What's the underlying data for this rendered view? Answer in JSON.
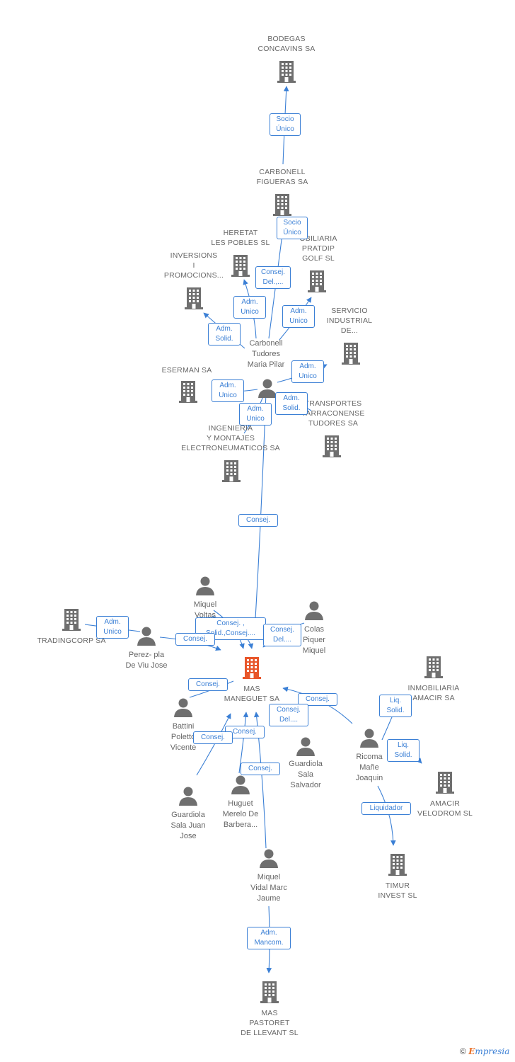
{
  "colors": {
    "link": "#3a7fd5",
    "icon": "#6f6f6f",
    "focus": "#e8562a",
    "text": "#666666"
  },
  "nodes": [
    {
      "id": "bodegas",
      "type": "company",
      "label": "BODEGAS\nCONCAVINS SA"
    },
    {
      "id": "carbonell_figueras",
      "type": "company",
      "label": "CARBONELL\nFIGUERAS SA"
    },
    {
      "id": "heretat",
      "type": "company",
      "label": "HERETAT\nLES POBLES SL"
    },
    {
      "id": "inversions",
      "type": "company",
      "label": "INVERSIONS\nI\nPROMOCIONS..."
    },
    {
      "id": "pratdip",
      "type": "company",
      "label": "OBILIARIA\nPRATDIP\nGOLF  SL"
    },
    {
      "id": "servicio",
      "type": "company",
      "label": "SERVICIO\nINDUSTRIAL\nDE..."
    },
    {
      "id": "eserman",
      "type": "company",
      "label": "ESERMAN SA"
    },
    {
      "id": "transportes",
      "type": "company",
      "label": "TRANSPORTES\nTARRACONENSE\nTUDORES SA"
    },
    {
      "id": "ingenieria",
      "type": "company",
      "label": "INGENIERIA\nY MONTAJES\nELECTRONEUMATICOS SA"
    },
    {
      "id": "carbonell_maria",
      "type": "person",
      "label": "Carbonell\nTudores\nMaria Pilar"
    },
    {
      "id": "tradingcorp",
      "type": "company",
      "label": "TRADINGCORP SA"
    },
    {
      "id": "miquel_voltas",
      "type": "person",
      "label": "Miquel\nVoltas\nJ..."
    },
    {
      "id": "colas",
      "type": "person",
      "label": "Colas\nPiquer\nMiquel"
    },
    {
      "id": "perez",
      "type": "person",
      "label": "Perez- pla\nDe Viu Jose"
    },
    {
      "id": "mas_maneguet",
      "type": "focus",
      "label": "MAS\nMANEGUET SA"
    },
    {
      "id": "inmobiliaria_amacir",
      "type": "company",
      "label": "INMOBILIARIA\nAMACIR SA"
    },
    {
      "id": "battini",
      "type": "person",
      "label": "Battini\nPoletto\nVicente"
    },
    {
      "id": "guardiola_salvador",
      "type": "person",
      "label": "Guardiola\nSala\nSalvador"
    },
    {
      "id": "ricoma",
      "type": "person",
      "label": "Ricoma\nMañe\nJoaquin"
    },
    {
      "id": "amacir_velodrom",
      "type": "company",
      "label": "AMACIR\nVELODROM SL"
    },
    {
      "id": "guardiola_juan",
      "type": "person",
      "label": "Guardiola\nSala Juan\nJose"
    },
    {
      "id": "huguet",
      "type": "person",
      "label": "Huguet\nMerelo De\nBarbera..."
    },
    {
      "id": "timur",
      "type": "company",
      "label": "TIMUR\nINVEST SL"
    },
    {
      "id": "miquel_vidal",
      "type": "person",
      "label": "Miquel\nVidal Marc\nJaume"
    },
    {
      "id": "mas_pastoret",
      "type": "company",
      "label": "MAS\nPASTORET\nDE LLEVANT SL"
    }
  ],
  "edge_labels": [
    {
      "id": "e1",
      "text": "Socio\nÚnico"
    },
    {
      "id": "e2",
      "text": "Socio\nÚnico"
    },
    {
      "id": "e3",
      "text": "Consej.\nDel.,..."
    },
    {
      "id": "e4",
      "text": "Adm.\nUnico"
    },
    {
      "id": "e5",
      "text": "Adm.\nUnico"
    },
    {
      "id": "e6",
      "text": "Adm.\nSolid."
    },
    {
      "id": "e7",
      "text": "Adm.\nUnico"
    },
    {
      "id": "e8",
      "text": "Adm.\nUnico"
    },
    {
      "id": "e9",
      "text": "Adm.\nSolid."
    },
    {
      "id": "e10",
      "text": "Adm.\nUnico"
    },
    {
      "id": "e11",
      "text": "Consej."
    },
    {
      "id": "e12",
      "text": "Adm.\nUnico"
    },
    {
      "id": "e13",
      "text": "Consej. ,\nSolid.,Consej...."
    },
    {
      "id": "e14",
      "text": "Consej.\nDel...."
    },
    {
      "id": "e15",
      "text": "Consej."
    },
    {
      "id": "e16",
      "text": "Consej."
    },
    {
      "id": "e17",
      "text": "Consej."
    },
    {
      "id": "e18",
      "text": "Consej.\nDel...."
    },
    {
      "id": "e19",
      "text": "Liq.\nSolid."
    },
    {
      "id": "e20",
      "text": "Consej."
    },
    {
      "id": "e21",
      "text": "Consej."
    },
    {
      "id": "e22",
      "text": "Consej."
    },
    {
      "id": "e23",
      "text": "Liq.\nSolid."
    },
    {
      "id": "e24",
      "text": "Liquidador"
    },
    {
      "id": "e25",
      "text": "Adm.\nMancom."
    }
  ],
  "brand": {
    "copyright": "©",
    "first": "E",
    "rest": "mpresia"
  }
}
